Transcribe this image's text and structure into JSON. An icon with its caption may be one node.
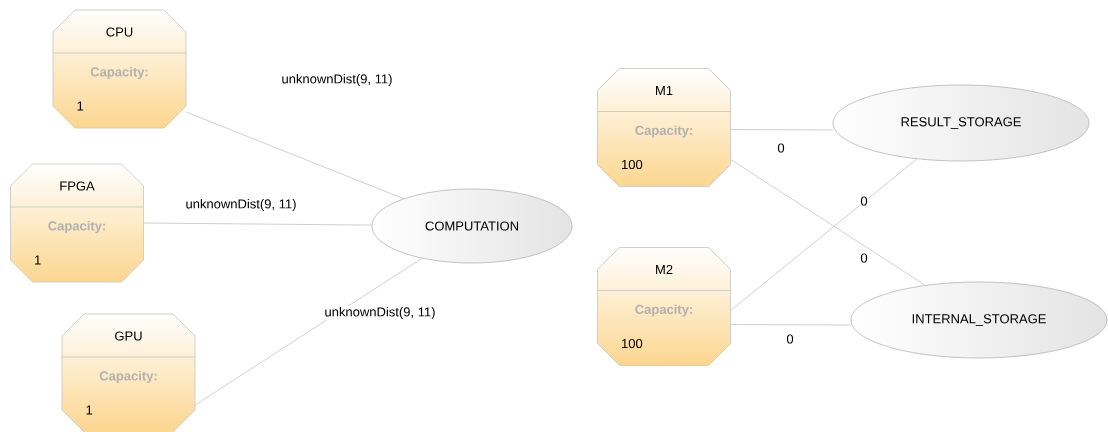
{
  "diagram": {
    "nodes": [
      {
        "text": [
          "CPU",
          "Capacity:",
          "1"
        ]
      },
      {
        "text": [
          "FPGA",
          "Capacity:",
          "1"
        ]
      },
      {
        "text": [
          "GPU",
          "Capacity:",
          "1"
        ]
      },
      {
        "text": [
          "COMPUTATION"
        ]
      },
      {
        "text": [
          "M1",
          "Capacity:",
          "100"
        ]
      },
      {
        "text": [
          "M2",
          "Capacity:",
          "100"
        ]
      },
      {
        "text": [
          "RESULT_STORAGE"
        ]
      },
      {
        "text": [
          "INTERNAL_STORAGE"
        ]
      }
    ],
    "edges": [
      {
        "from": 0,
        "to": 3,
        "arrow": "none",
        "label": "unknownDist(9, 11)"
      },
      {
        "from": 1,
        "to": 3,
        "arrow": "none",
        "label": "unknownDist(9, 11)"
      },
      {
        "from": 2,
        "to": 3,
        "arrow": "none",
        "label": "unknownDist(9, 11)"
      },
      {
        "from": 4,
        "to": 6,
        "arrow": "none",
        "label": "0"
      },
      {
        "from": 4,
        "to": 7,
        "arrow": "none",
        "label": "0"
      },
      {
        "from": 5,
        "to": 6,
        "arrow": "none",
        "label": "0"
      },
      {
        "from": 5,
        "to": 7,
        "arrow": "none",
        "label": "0"
      }
    ]
  }
}
